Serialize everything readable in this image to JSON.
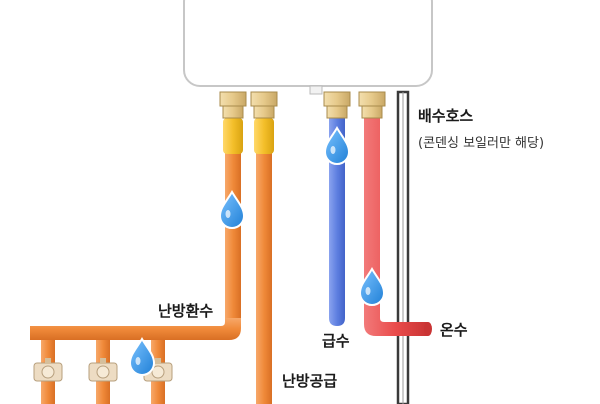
{
  "labels": {
    "drain_hose": "배수호스",
    "drain_note": "(콘덴싱 보일러만 해당)",
    "heating_return": "난방환수",
    "cold_water": "급수",
    "hot_water": "온수",
    "heating_supply": "난방공급"
  },
  "colors": {
    "heating_pipe": "#f08a3a",
    "cold_pipe": "#5e7fe0",
    "hot_pipe": "#e94b4b",
    "drain_hose": "#555555",
    "fitting_brass": "#e6c98a",
    "valve_body": "#eddcc3",
    "water_drop": "#2f8fe0",
    "boiler_body": "#ffffff"
  }
}
